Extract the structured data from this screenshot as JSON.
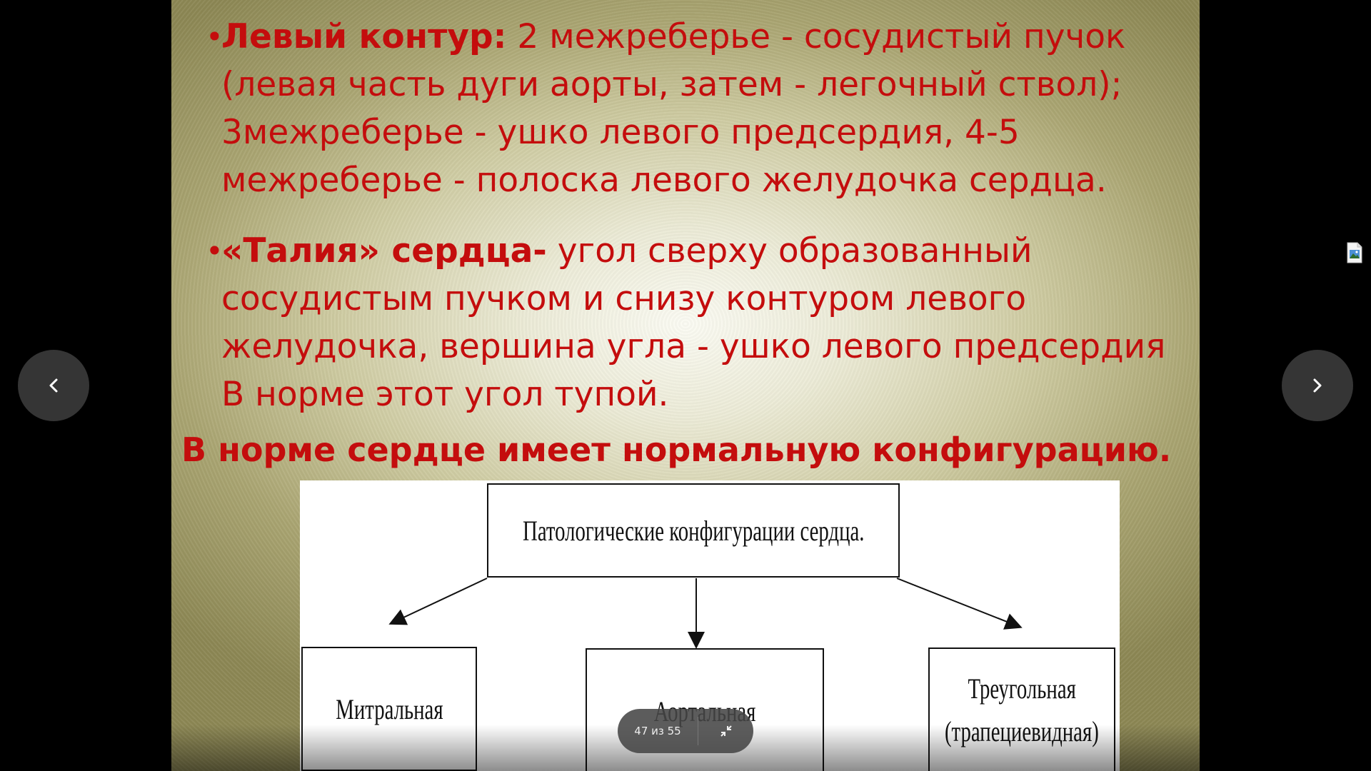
{
  "slide": {
    "bullets": [
      {
        "term": "Левый контур:",
        "text": " 2 межреберье - сосудистый пучок (левая часть дуги аорты, затем - легочный ствол); 3межреберье - ушко левого предсердия, 4-5 межреберье - полоска левого желудочка сердца."
      },
      {
        "term": "«Талия» сердца-",
        "text": " угол сверху образованный сосудистым пучком и снизу контуром левого желудочка, вершина угла - ушко левого предсердия В норме этот угол тупой."
      }
    ],
    "bottom_line": "В норме сердце имеет нормальную конфигурацию.",
    "figure": {
      "root": "Патологические конфигурации сердца.",
      "children": [
        "Митральная",
        "Аортальная",
        "Треугольная",
        "(трапециевидная)"
      ]
    }
  },
  "viewer": {
    "page_counter": "47 из 55",
    "icons": {
      "prev": "chevron-left-icon",
      "next": "chevron-right-icon",
      "collapse": "collapse-icon",
      "image": "image-icon"
    },
    "colors": {
      "text_red": "#c40d0d",
      "nav_bg": "#3a3a3a"
    }
  }
}
